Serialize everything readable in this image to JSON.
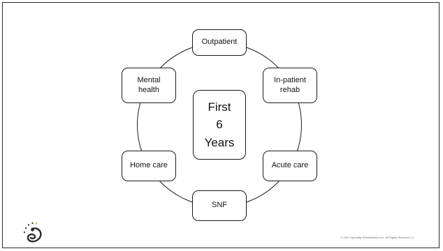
{
  "diagram": {
    "center": [
      "First",
      "6",
      "Years"
    ],
    "nodes": {
      "outpatient": "Outpatient",
      "inpatient_rehab": "In-patient\nrehab",
      "acute_care": "Acute care",
      "snf": "SNF",
      "home_care": "Home care",
      "mental_health": "Mental\nhealth"
    }
  },
  "footer": {
    "copyright": "© 2021 Specialty Rehabilitation Inc. All Rights Reserved  |  4"
  },
  "colors": {
    "stroke": "#1a1a1a",
    "logo_dark": "#2a2a2a",
    "logo_accent": "#c9a227"
  }
}
